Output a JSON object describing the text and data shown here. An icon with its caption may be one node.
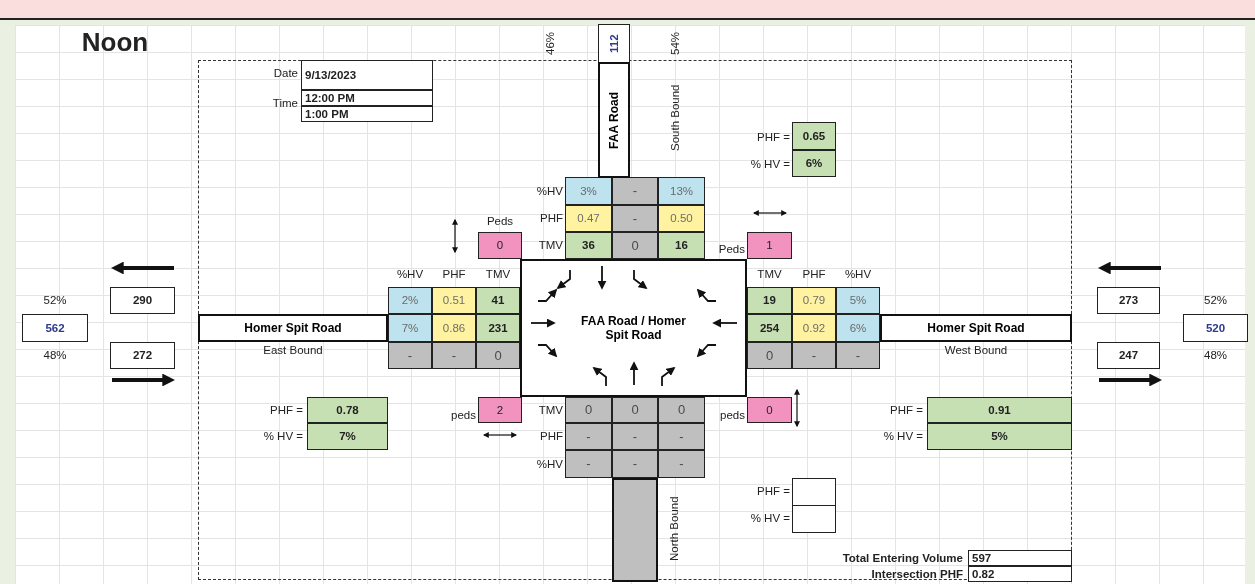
{
  "diagram": {
    "title": "Noon",
    "nodes": [
      {
        "text": [
          "FAA Road"
        ],
        "beside": [
          "South Bound"
        ]
      },
      {
        "text": [
          "Homer Spit Road"
        ],
        "beside": [
          "East Bound"
        ]
      },
      {
        "text": [
          "FAA Road / Homer Spit Road"
        ]
      },
      {
        "text": [
          "Homer Spit Road"
        ],
        "beside": [
          "West Bound"
        ]
      },
      {
        "text": [],
        "shape": "bar",
        "beside": [
          "North Bound"
        ]
      }
    ],
    "edges": [],
    "labels": [
      "46%",
      "112",
      "54%",
      "Date",
      "9/13/2023",
      "Time",
      "12:00 PM",
      "1:00 PM",
      "PHF =",
      "0.65",
      "% HV =",
      "6%",
      "%HV",
      "3%",
      "-",
      "13%",
      "Peds",
      "PHF",
      "0.47",
      "-",
      "0.50",
      "0",
      "TMV",
      "36",
      "0",
      "16",
      "Peds",
      "1",
      "%HV",
      "PHF",
      "TMV",
      "TMV",
      "PHF",
      "%HV",
      "52%",
      "290",
      "2%",
      "0.51",
      "41",
      "19",
      "0.79",
      "5%",
      "273",
      "52%",
      "562",
      "7%",
      "0.86",
      "231",
      "254",
      "0.92",
      "6%",
      "520",
      "48%",
      "272",
      "-",
      "-",
      "0",
      "0",
      "-",
      "-",
      "247",
      "48%",
      "PHF =",
      "0.78",
      "peds",
      "2",
      "TMV",
      "0",
      "0",
      "0",
      "peds",
      "0",
      "PHF =",
      "0.91",
      "% HV =",
      "7%",
      "PHF",
      "-",
      "-",
      "-",
      "% HV =",
      "5%",
      "%HV",
      "-",
      "-",
      "-",
      "PHF =",
      "% HV =",
      "Total Entering Volume",
      "597",
      "Intersection PHF",
      "0.82"
    ]
  }
}
